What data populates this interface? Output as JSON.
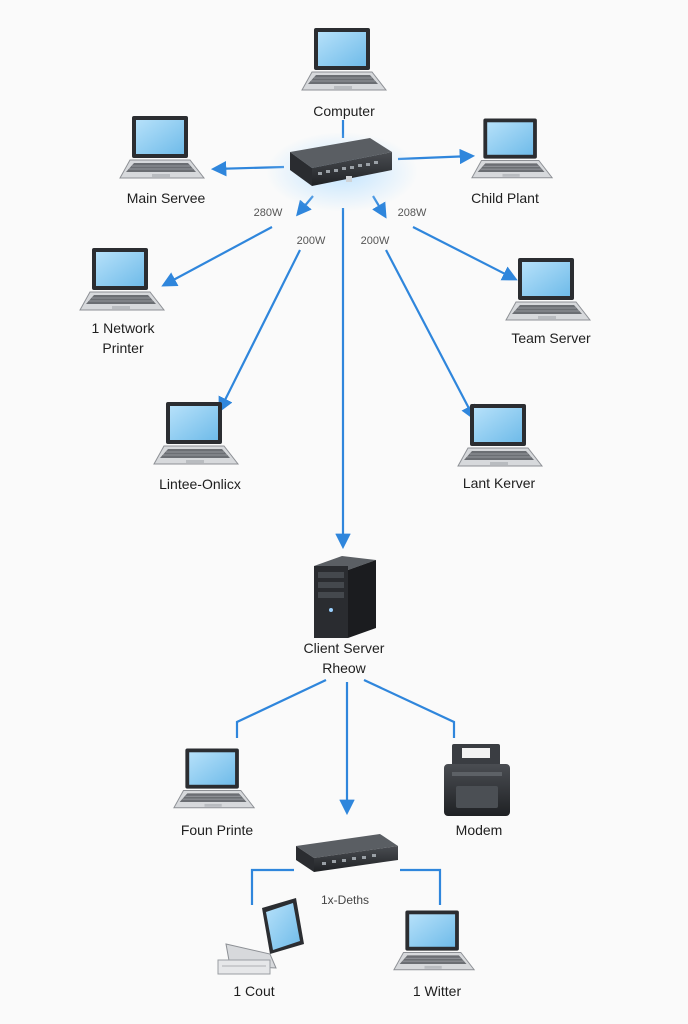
{
  "colors": {
    "link": "#2f86dc",
    "screen": "#8ccdf2",
    "device_dark": "#2d2f33",
    "background": "#fafafa"
  },
  "nodes": {
    "computer": {
      "label": "Computer",
      "icon": "laptop-icon"
    },
    "main_server": {
      "label": "Main Servee",
      "icon": "laptop-icon"
    },
    "child_plant": {
      "label": "Child Plant",
      "icon": "laptop-icon"
    },
    "network_printer": {
      "label_line1": "1 Network",
      "label_line2": "Printer",
      "icon": "laptop-icon"
    },
    "team_server": {
      "label": "Team Server",
      "icon": "laptop-icon"
    },
    "lintee_online": {
      "label": "Lintee-Onlicx",
      "icon": "laptop-icon"
    },
    "lant_kerver": {
      "label": "Lant Kerver",
      "icon": "laptop-icon"
    },
    "client_server": {
      "label_line1": "Client Server",
      "label_line2": "Rheow",
      "icon": "tower-server-icon"
    },
    "foun_printe": {
      "label": "Foun Printe",
      "icon": "laptop-icon"
    },
    "modem": {
      "label": "Modem",
      "icon": "printer-icon"
    },
    "switch2": {
      "label": "1x-Deths",
      "icon": "network-switch-icon"
    },
    "cout": {
      "label": "1 Cout",
      "icon": "laptop-icon"
    },
    "witter": {
      "label": "1 Witter",
      "icon": "laptop-icon"
    },
    "hub": {
      "icon": "network-switch-icon"
    }
  },
  "links": {
    "upper_left": "280W",
    "upper_right": "208W",
    "mid_left": "200W",
    "mid_right": "200W"
  }
}
